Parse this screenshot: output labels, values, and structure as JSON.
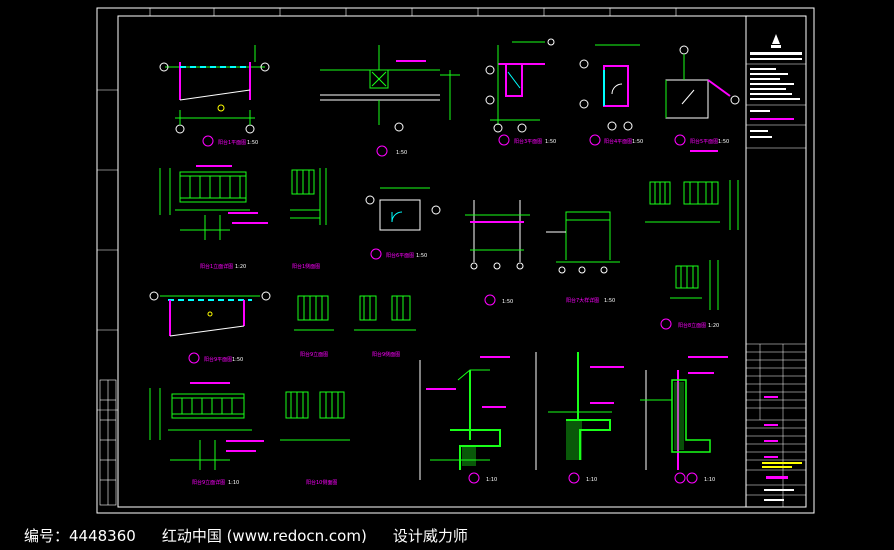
{
  "footer": {
    "id_label": "编号：4448360",
    "site": "红动中国 (www.redocn.com)",
    "author": "设计威力师"
  },
  "labels": {
    "s1": "1:50",
    "s2": "1:50",
    "s3": "1:50",
    "s4": "1:50",
    "s5": "1:50",
    "s6": "1:20",
    "s7": "1:50",
    "s8": "1:50",
    "s9": "1:50",
    "s10": "1:20",
    "s11": "1:50",
    "s12": "1:10",
    "s13": "1:10",
    "s14": "1:10"
  },
  "colors": {
    "frame": "#ffffff",
    "green": "#19ff19",
    "magenta": "#ff00ff",
    "cyan": "#00ffff",
    "yellow": "#ffff00",
    "red": "#ff2020"
  }
}
